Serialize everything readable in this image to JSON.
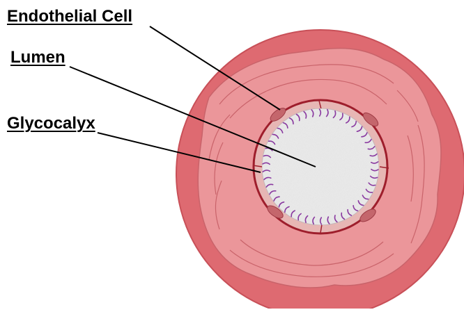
{
  "labels": {
    "endothelial_cell": "Endothelial Cell",
    "lumen": "Lumen",
    "glycocalyx": "Glycocalyx"
  },
  "colors": {
    "outer_wall": "#de6a71",
    "outer_wall_edge": "#c85058",
    "media_layer": "#eb969a",
    "media_line": "#c9636a",
    "endothelium": "#e7b6b4",
    "basement_ring": "#9e1e2c",
    "nucleus": "#c4666c",
    "lumen": "#eeeeee",
    "glycocalyx": "#8a3aa0",
    "leader_line": "#000000"
  }
}
